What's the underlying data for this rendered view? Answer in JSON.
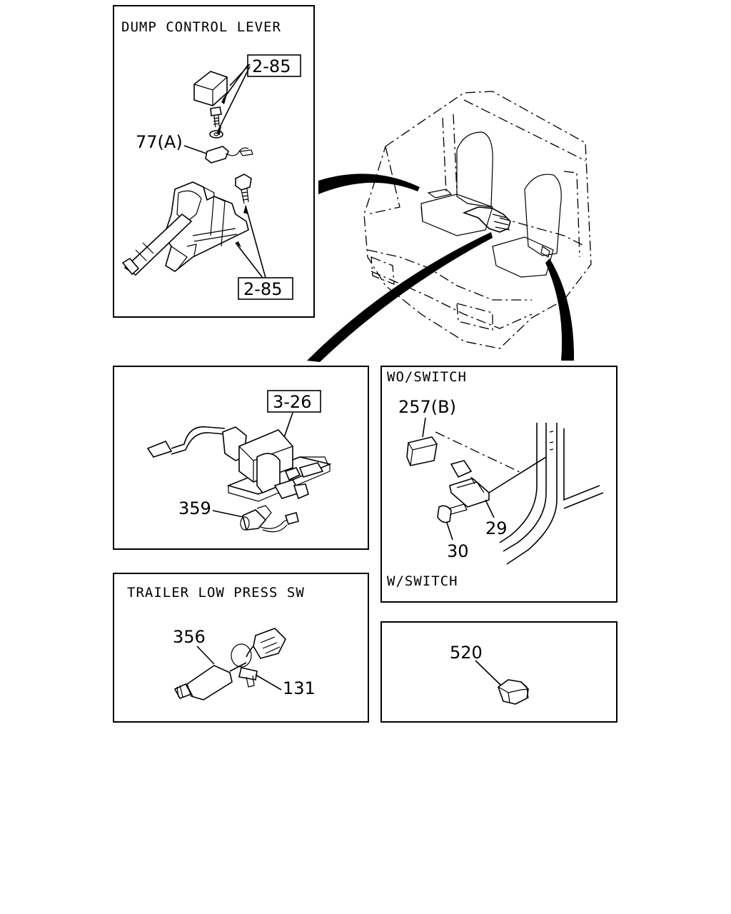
{
  "panels": {
    "dump_control_lever": {
      "title": "DUMP CONTROL LEVER",
      "ref_top": "2-85",
      "ref_bottom": "2-85",
      "callout_77": "77(A)"
    },
    "valve": {
      "ref": "3-26",
      "callout_359": "359"
    },
    "switch": {
      "title_top": "WO/SWITCH",
      "title_bottom": "W/SWITCH",
      "callout_257": "257(B)",
      "callout_29": "29",
      "callout_30": "30"
    },
    "trailer": {
      "title": "TRAILER LOW PRESS SW",
      "callout_356": "356",
      "callout_131": "131"
    },
    "plug": {
      "callout_520": "520"
    }
  }
}
